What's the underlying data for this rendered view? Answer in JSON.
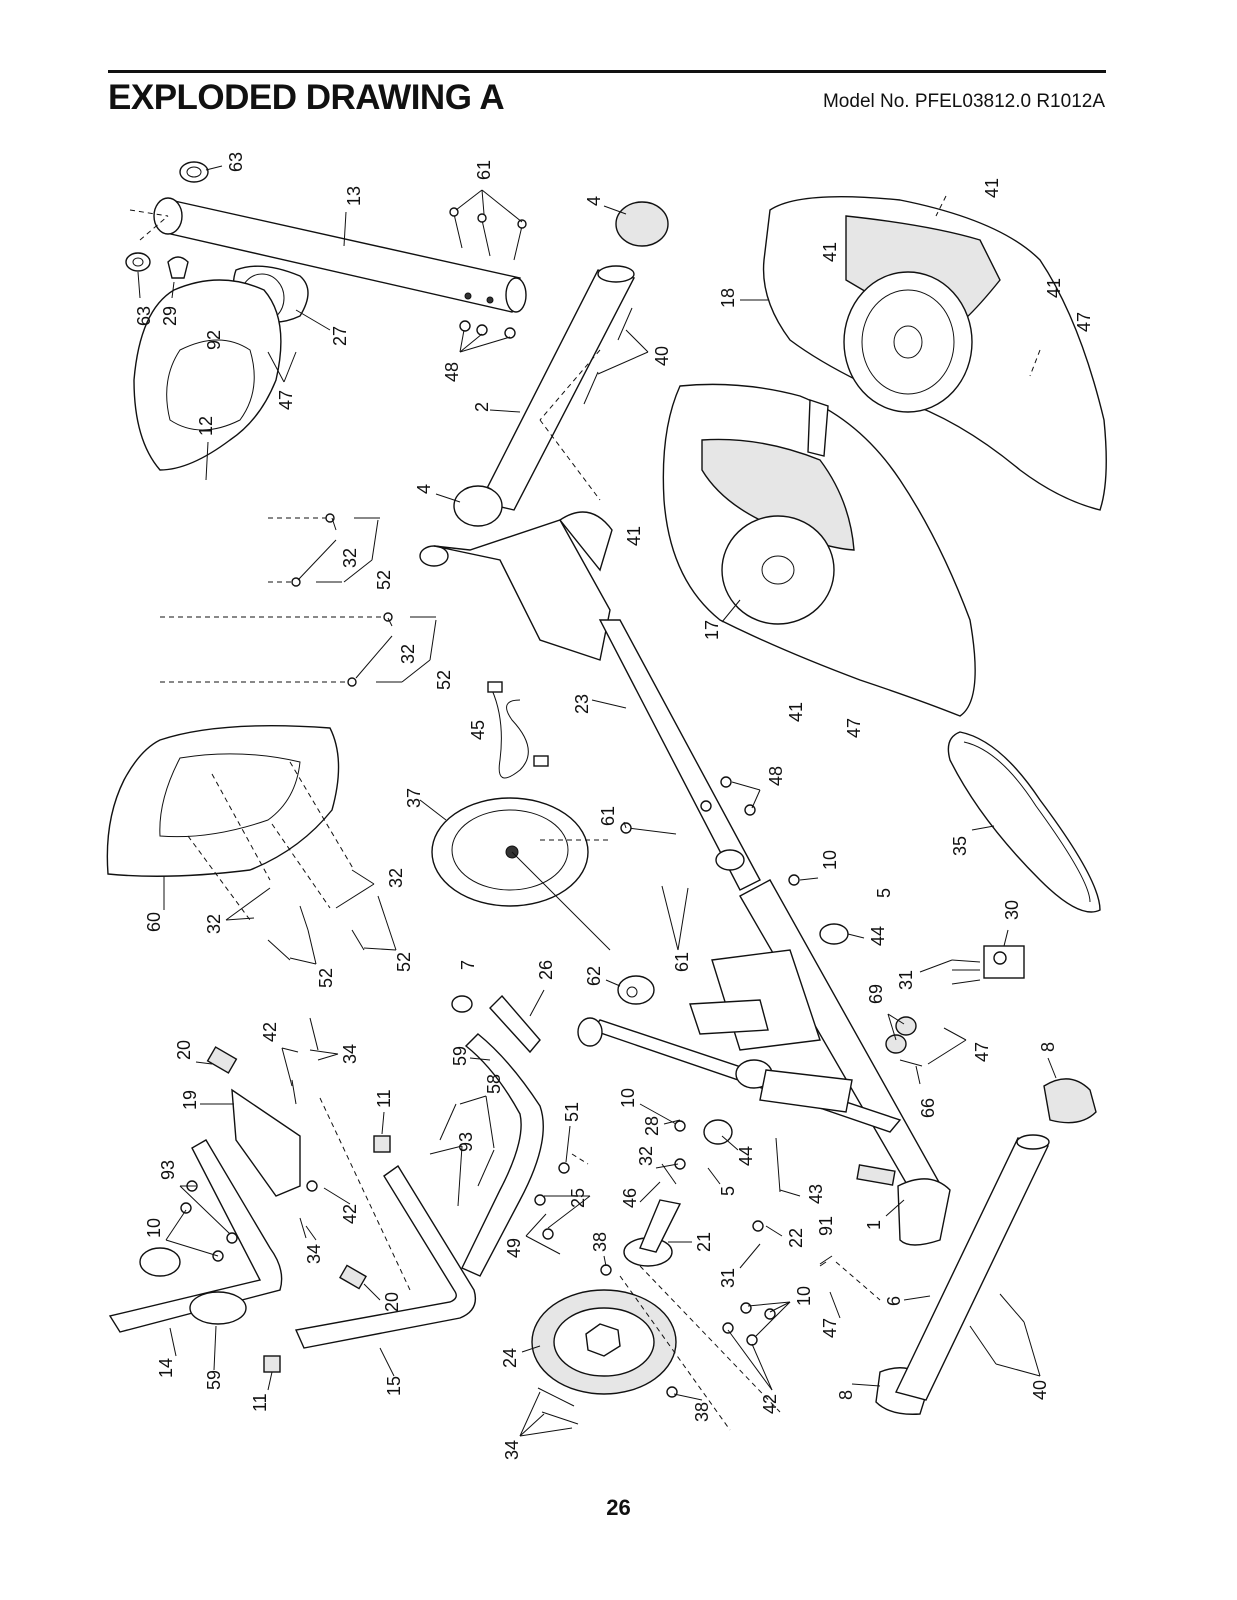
{
  "header": {
    "title": "EXPLODED DRAWING A",
    "model": "Model No. PFEL03812.0 R1012A"
  },
  "footer": {
    "page_number": "26"
  },
  "callouts": [
    {
      "id": "63",
      "label": "63"
    },
    {
      "id": "13",
      "label": "13"
    },
    {
      "id": "61",
      "label": "61"
    },
    {
      "id": "4",
      "label": "4"
    },
    {
      "id": "41",
      "label": "41"
    },
    {
      "id": "63b",
      "label": "63"
    },
    {
      "id": "29",
      "label": "29"
    },
    {
      "id": "92",
      "label": "92"
    },
    {
      "id": "27",
      "label": "27"
    },
    {
      "id": "48",
      "label": "48"
    },
    {
      "id": "40",
      "label": "40"
    },
    {
      "id": "18",
      "label": "18"
    },
    {
      "id": "41b",
      "label": "41"
    },
    {
      "id": "41c",
      "label": "41"
    },
    {
      "id": "47",
      "label": "47"
    },
    {
      "id": "47b",
      "label": "47"
    },
    {
      "id": "2",
      "label": "2"
    },
    {
      "id": "12",
      "label": "12"
    },
    {
      "id": "4b",
      "label": "4"
    },
    {
      "id": "41d",
      "label": "41"
    },
    {
      "id": "32",
      "label": "32"
    },
    {
      "id": "52",
      "label": "52"
    },
    {
      "id": "32b",
      "label": "32"
    },
    {
      "id": "52b",
      "label": "52"
    },
    {
      "id": "17",
      "label": "17"
    },
    {
      "id": "23",
      "label": "23"
    },
    {
      "id": "45",
      "label": "45"
    },
    {
      "id": "41e",
      "label": "41"
    },
    {
      "id": "47c",
      "label": "47"
    },
    {
      "id": "37",
      "label": "37"
    },
    {
      "id": "48b",
      "label": "48"
    },
    {
      "id": "61b",
      "label": "61"
    },
    {
      "id": "35",
      "label": "35"
    },
    {
      "id": "60",
      "label": "60"
    },
    {
      "id": "32c",
      "label": "32"
    },
    {
      "id": "32d",
      "label": "32"
    },
    {
      "id": "52c",
      "label": "52"
    },
    {
      "id": "52d",
      "label": "52"
    },
    {
      "id": "10",
      "label": "10"
    },
    {
      "id": "5",
      "label": "5"
    },
    {
      "id": "44",
      "label": "44"
    },
    {
      "id": "30",
      "label": "30"
    },
    {
      "id": "61c",
      "label": "61"
    },
    {
      "id": "7",
      "label": "7"
    },
    {
      "id": "26",
      "label": "26"
    },
    {
      "id": "62",
      "label": "62"
    },
    {
      "id": "31",
      "label": "31"
    },
    {
      "id": "69",
      "label": "69"
    },
    {
      "id": "47d",
      "label": "47"
    },
    {
      "id": "8",
      "label": "8"
    },
    {
      "id": "20",
      "label": "20"
    },
    {
      "id": "42",
      "label": "42"
    },
    {
      "id": "34",
      "label": "34"
    },
    {
      "id": "59",
      "label": "59"
    },
    {
      "id": "66",
      "label": "66"
    },
    {
      "id": "19",
      "label": "19"
    },
    {
      "id": "11",
      "label": "11"
    },
    {
      "id": "58",
      "label": "58"
    },
    {
      "id": "10b",
      "label": "10"
    },
    {
      "id": "28",
      "label": "28"
    },
    {
      "id": "44b",
      "label": "44"
    },
    {
      "id": "51",
      "label": "51"
    },
    {
      "id": "93",
      "label": "93"
    },
    {
      "id": "32e",
      "label": "32"
    },
    {
      "id": "5b",
      "label": "5"
    },
    {
      "id": "43",
      "label": "43"
    },
    {
      "id": "1",
      "label": "1"
    },
    {
      "id": "93b",
      "label": "93"
    },
    {
      "id": "46",
      "label": "46"
    },
    {
      "id": "25",
      "label": "25"
    },
    {
      "id": "22",
      "label": "22"
    },
    {
      "id": "91",
      "label": "91"
    },
    {
      "id": "10c",
      "label": "10"
    },
    {
      "id": "42b",
      "label": "42"
    },
    {
      "id": "34b",
      "label": "34"
    },
    {
      "id": "49",
      "label": "49"
    },
    {
      "id": "38",
      "label": "38"
    },
    {
      "id": "21",
      "label": "21"
    },
    {
      "id": "31b",
      "label": "31"
    },
    {
      "id": "6",
      "label": "6"
    },
    {
      "id": "20b",
      "label": "20"
    },
    {
      "id": "10d",
      "label": "10"
    },
    {
      "id": "47e",
      "label": "47"
    },
    {
      "id": "14",
      "label": "14"
    },
    {
      "id": "59b",
      "label": "59"
    },
    {
      "id": "11b",
      "label": "11"
    },
    {
      "id": "15",
      "label": "15"
    },
    {
      "id": "24",
      "label": "24"
    },
    {
      "id": "42c",
      "label": "42"
    },
    {
      "id": "38b",
      "label": "38"
    },
    {
      "id": "8b",
      "label": "8"
    },
    {
      "id": "40b",
      "label": "40"
    },
    {
      "id": "34c",
      "label": "34"
    }
  ]
}
